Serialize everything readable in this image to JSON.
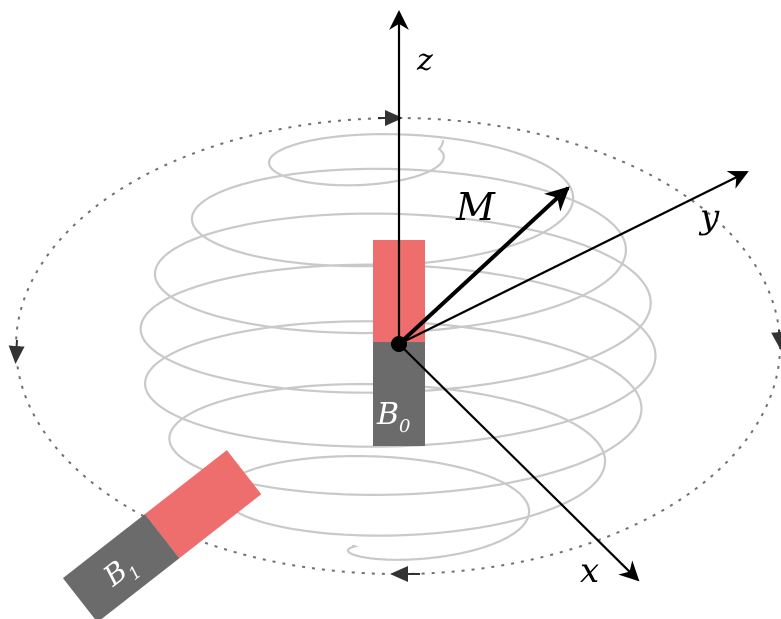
{
  "labels": {
    "z_axis": "z",
    "y_axis": "y",
    "x_axis": "x",
    "magnetization": "M",
    "static_magnet_main": "B",
    "static_magnet_sub": "0",
    "rf_magnet_main": "B",
    "rf_magnet_sub": "1"
  },
  "colors": {
    "magnet_north": "#ee6e6e",
    "magnet_south": "#6b6b6b",
    "arrow": "#000000",
    "spiral": "#c9c9c9",
    "dashed_orbit": "#707070",
    "magnet_text": "#ffffff"
  }
}
